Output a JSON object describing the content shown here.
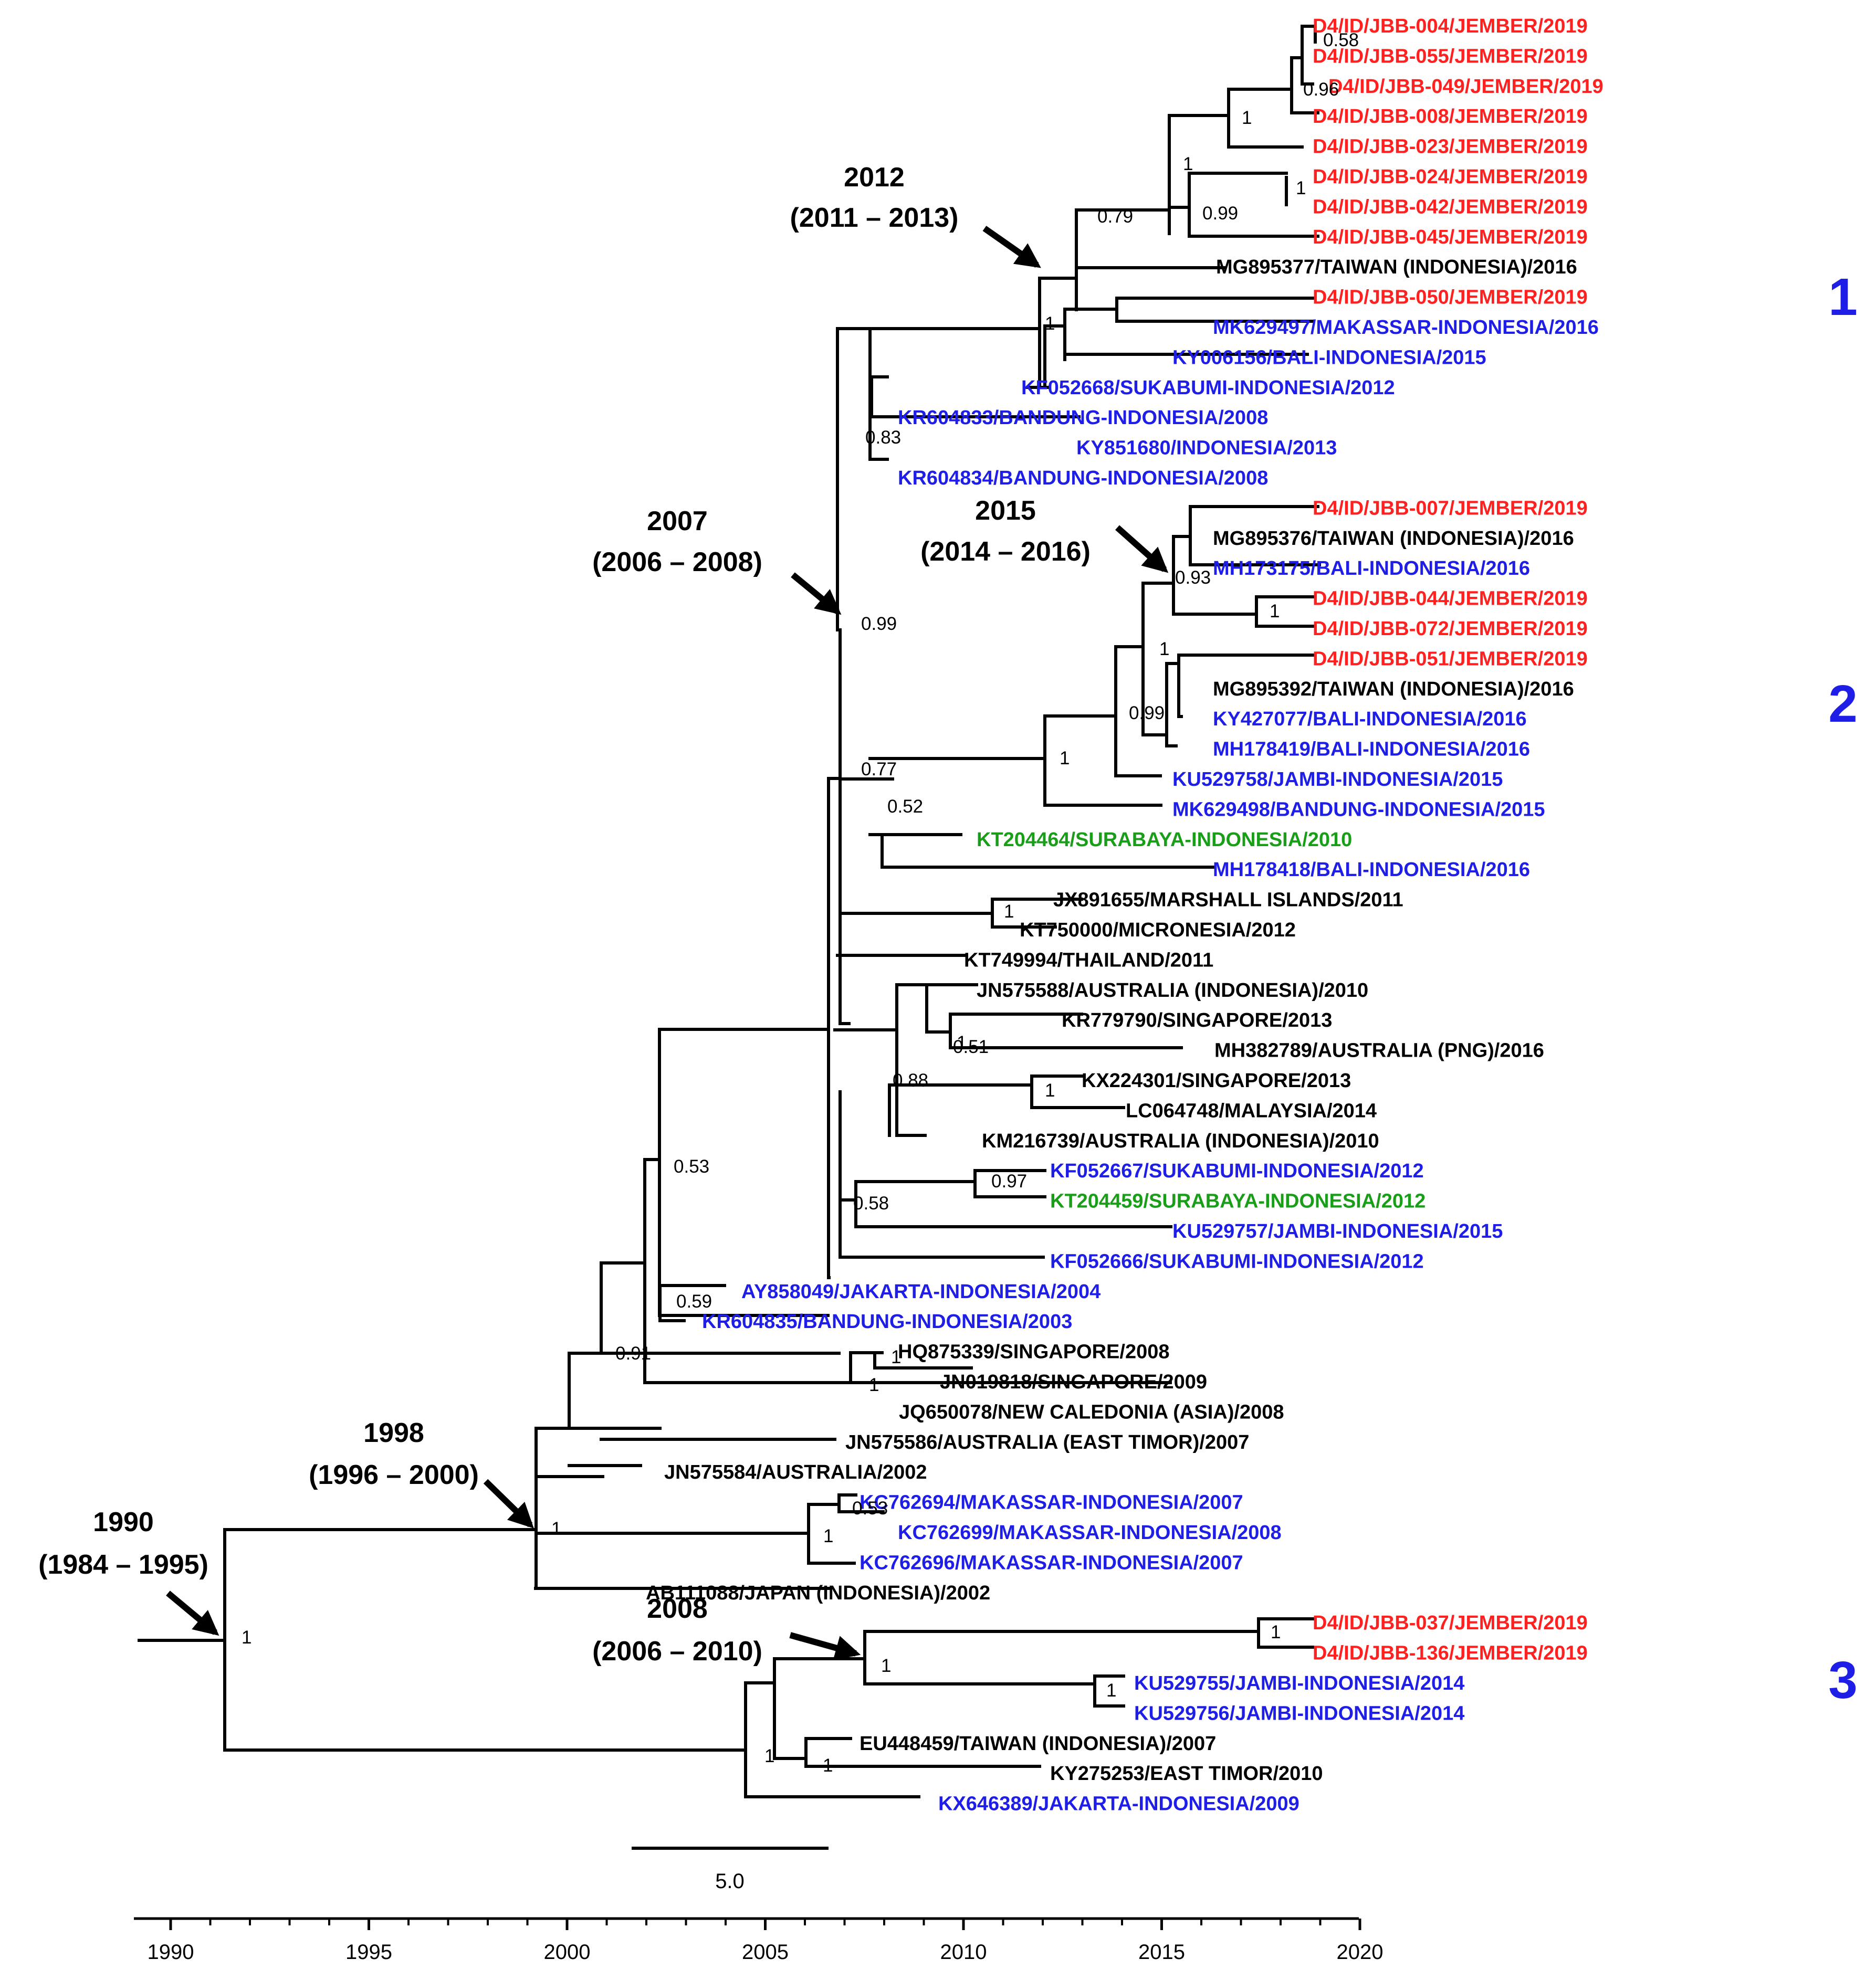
{
  "colors": {
    "jember": "#ff2020",
    "indonesia": "#1e1ee6",
    "surabaya": "#1a9e1a",
    "other": "#000000",
    "clade": "#1e1ee6"
  },
  "time_axis": {
    "ticks": [
      "1990",
      "1995",
      "2000",
      "2005",
      "2010",
      "2015",
      "2020"
    ]
  },
  "scale_bar": {
    "label": "5.0"
  },
  "clades": [
    "1",
    "2",
    "3"
  ],
  "annotations": [
    {
      "year": "2012",
      "range": "(2011 – 2013)"
    },
    {
      "year": "2007",
      "range": "(2006 – 2008)"
    },
    {
      "year": "2015",
      "range": "(2014 – 2016)"
    },
    {
      "year": "1998",
      "range": "(1996 – 2000)"
    },
    {
      "year": "1990",
      "range": "(1984 – 1995)"
    },
    {
      "year": "2008",
      "range": "(2006 – 2010)"
    }
  ],
  "tips": [
    {
      "label": "D4/ID/JBB-004/JEMBER/2019",
      "group": "jember"
    },
    {
      "label": "D4/ID/JBB-055/JEMBER/2019",
      "group": "jember"
    },
    {
      "label": "D4/ID/JBB-049/JEMBER/2019",
      "group": "jember"
    },
    {
      "label": "D4/ID/JBB-008/JEMBER/2019",
      "group": "jember"
    },
    {
      "label": "D4/ID/JBB-023/JEMBER/2019",
      "group": "jember"
    },
    {
      "label": "D4/ID/JBB-024/JEMBER/2019",
      "group": "jember"
    },
    {
      "label": "D4/ID/JBB-042/JEMBER/2019",
      "group": "jember"
    },
    {
      "label": "D4/ID/JBB-045/JEMBER/2019",
      "group": "jember"
    },
    {
      "label": "MG895377/TAIWAN (INDONESIA)/2016",
      "group": "other"
    },
    {
      "label": "D4/ID/JBB-050/JEMBER/2019",
      "group": "jember"
    },
    {
      "label": "MK629497/MAKASSAR-INDONESIA/2016",
      "group": "indonesia"
    },
    {
      "label": "KY006156/BALI-INDONESIA/2015",
      "group": "indonesia"
    },
    {
      "label": "KF052668/SUKABUMI-INDONESIA/2012",
      "group": "indonesia"
    },
    {
      "label": "KR604833/BANDUNG-INDONESIA/2008",
      "group": "indonesia"
    },
    {
      "label": "KY851680/INDONESIA/2013",
      "group": "indonesia"
    },
    {
      "label": "KR604834/BANDUNG-INDONESIA/2008",
      "group": "indonesia"
    },
    {
      "label": "D4/ID/JBB-007/JEMBER/2019",
      "group": "jember"
    },
    {
      "label": "MG895376/TAIWAN (INDONESIA)/2016",
      "group": "other"
    },
    {
      "label": "MH173175/BALI-INDONESIA/2016",
      "group": "indonesia"
    },
    {
      "label": "D4/ID/JBB-044/JEMBER/2019",
      "group": "jember"
    },
    {
      "label": "D4/ID/JBB-072/JEMBER/2019",
      "group": "jember"
    },
    {
      "label": "D4/ID/JBB-051/JEMBER/2019",
      "group": "jember"
    },
    {
      "label": "MG895392/TAIWAN (INDONESIA)/2016",
      "group": "other"
    },
    {
      "label": "KY427077/BALI-INDONESIA/2016",
      "group": "indonesia"
    },
    {
      "label": "MH178419/BALI-INDONESIA/2016",
      "group": "indonesia"
    },
    {
      "label": "KU529758/JAMBI-INDONESIA/2015",
      "group": "indonesia"
    },
    {
      "label": "MK629498/BANDUNG-INDONESIA/2015",
      "group": "indonesia"
    },
    {
      "label": "KT204464/SURABAYA-INDONESIA/2010",
      "group": "surabaya"
    },
    {
      "label": "MH178418/BALI-INDONESIA/2016",
      "group": "indonesia"
    },
    {
      "label": "JX891655/MARSHALL ISLANDS/2011",
      "group": "other"
    },
    {
      "label": "KT750000/MICRONESIA/2012",
      "group": "other"
    },
    {
      "label": "KT749994/THAILAND/2011",
      "group": "other"
    },
    {
      "label": "JN575588/AUSTRALIA (INDONESIA)/2010",
      "group": "other"
    },
    {
      "label": "KR779790/SINGAPORE/2013",
      "group": "other"
    },
    {
      "label": "MH382789/AUSTRALIA (PNG)/2016",
      "group": "other"
    },
    {
      "label": "KX224301/SINGAPORE/2013",
      "group": "other"
    },
    {
      "label": "LC064748/MALAYSIA/2014",
      "group": "other"
    },
    {
      "label": "KM216739/AUSTRALIA (INDONESIA)/2010",
      "group": "other"
    },
    {
      "label": "KF052667/SUKABUMI-INDONESIA/2012",
      "group": "indonesia"
    },
    {
      "label": "KT204459/SURABAYA-INDONESIA/2012",
      "group": "surabaya"
    },
    {
      "label": "KU529757/JAMBI-INDONESIA/2015",
      "group": "indonesia"
    },
    {
      "label": "KF052666/SUKABUMI-INDONESIA/2012",
      "group": "indonesia"
    },
    {
      "label": "AY858049/JAKARTA-INDONESIA/2004",
      "group": "indonesia"
    },
    {
      "label": "KR604835/BANDUNG-INDONESIA/2003",
      "group": "indonesia"
    },
    {
      "label": "HQ875339/SINGAPORE/2008",
      "group": "other"
    },
    {
      "label": "JN019818/SINGAPORE/2009",
      "group": "other"
    },
    {
      "label": "JQ650078/NEW CALEDONIA (ASIA)/2008",
      "group": "other"
    },
    {
      "label": "JN575586/AUSTRALIA (EAST TIMOR)/2007",
      "group": "other"
    },
    {
      "label": "JN575584/AUSTRALIA/2002",
      "group": "other"
    },
    {
      "label": "KC762694/MAKASSAR-INDONESIA/2007",
      "group": "indonesia"
    },
    {
      "label": "KC762699/MAKASSAR-INDONESIA/2008",
      "group": "indonesia"
    },
    {
      "label": "KC762696/MAKASSAR-INDONESIA/2007",
      "group": "indonesia"
    },
    {
      "label": "AB111088/JAPAN (INDONESIA)/2002",
      "group": "other"
    },
    {
      "label": "D4/ID/JBB-037/JEMBER/2019",
      "group": "jember"
    },
    {
      "label": "D4/ID/JBB-136/JEMBER/2019",
      "group": "jember"
    },
    {
      "label": "KU529755/JAMBI-INDONESIA/2014",
      "group": "indonesia"
    },
    {
      "label": "KU529756/JAMBI-INDONESIA/2014",
      "group": "indonesia"
    },
    {
      "label": "EU448459/TAIWAN (INDONESIA)/2007",
      "group": "other"
    },
    {
      "label": "KY275253/EAST TIMOR/2010",
      "group": "other"
    },
    {
      "label": "KX646389/JAKARTA-INDONESIA/2009",
      "group": "indonesia"
    }
  ],
  "support_values": [
    "0.58",
    "0.96",
    "1",
    "1",
    "0.99",
    "0.79",
    "1",
    "1",
    "0.83",
    "0.99",
    "0.93",
    "1",
    "1",
    "0.99",
    "1",
    "0.77",
    "0.52",
    "1",
    "1",
    "0.51",
    "0.88",
    "1",
    "0.97",
    "0.58",
    "0.53",
    "0.59",
    "1",
    "1",
    "0.91",
    "0.53",
    "1",
    "1",
    "1",
    "1",
    "1",
    "1",
    "1",
    "1"
  ]
}
